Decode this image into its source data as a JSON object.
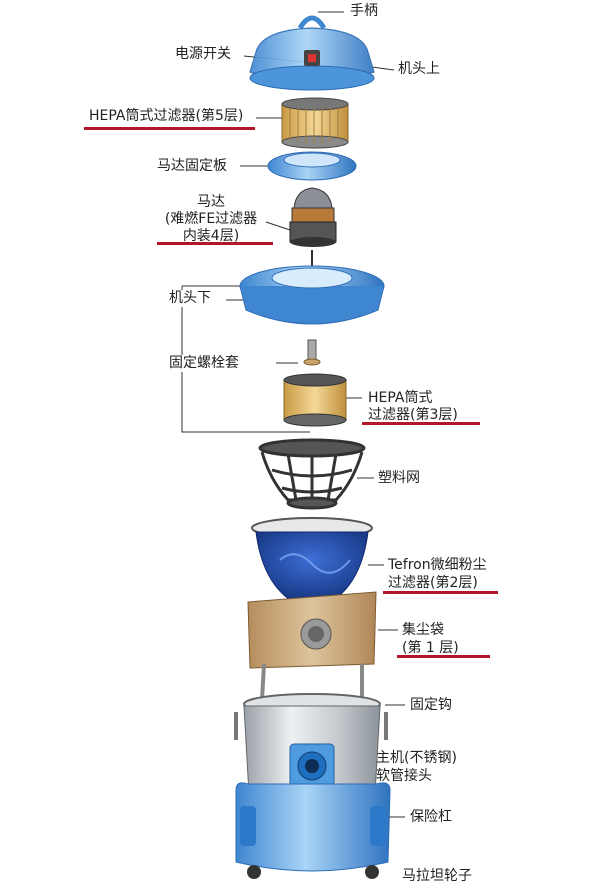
{
  "labels": {
    "handle": "手柄",
    "power_switch": "电源开关",
    "upper_head": "机头上",
    "hepa5": "HEPA筒式过滤器(第5层)",
    "motor_plate": "马达固定板",
    "motor_l1": "马达",
    "motor_l2": "(难燃FE过滤器",
    "motor_l3": "内装4层)",
    "lower_head": "机头下",
    "bolt_sleeve": "固定螺栓套",
    "hepa3_l1": "HEPA筒式",
    "hepa3_l2": "过滤器(第3层)",
    "plastic_mesh": "塑料网",
    "tefron_l1": "Tefron微细粉尘",
    "tefron_l2": "过滤器(第2层)",
    "dust_bag_l1": "集尘袋",
    "dust_bag_l2": "(第 1 层)",
    "hook": "固定钩",
    "body": "主机(不锈钢)",
    "hose_joint": "软管接头",
    "bumper": "保险杠",
    "wheels": "马拉坦轮子"
  },
  "colors": {
    "accent_underline": "#b3152a",
    "plastic_blue": "#5fa8e6",
    "filter_blue": "#1f4fb0",
    "steel": "#c9ced3",
    "bag_tan": "#c9a77b",
    "filter_paper": "#d9b56b"
  }
}
